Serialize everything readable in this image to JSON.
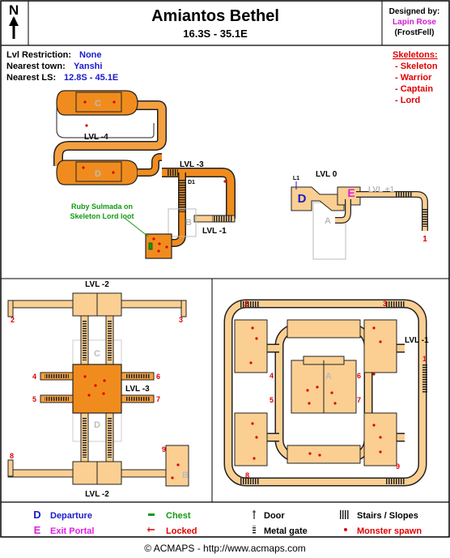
{
  "header": {
    "title": "Amiantos Bethel",
    "coords": "16.3S - 35.1E",
    "north": "N",
    "designed_by_label": "Designed by:",
    "designer": "Lapin Rose",
    "designer_alias": "(FrostFell)"
  },
  "info": {
    "lvl_restriction_label": "Lvl Restriction:",
    "lvl_restriction_value": "None",
    "nearest_town_label": "Nearest town:",
    "nearest_town_value": "Yanshi",
    "nearest_ls_label": "Nearest LS:",
    "nearest_ls_value": "12.8S - 45.1E"
  },
  "monsters": {
    "title": "Skeletons:",
    "items": [
      "- Skeleton",
      "- Warrior",
      "- Captain",
      "- Lord"
    ]
  },
  "map": {
    "levels": {
      "lvl_m4": "LVL -4",
      "lvl_m3_top": "LVL -3",
      "lvl_m1_top": "LVL -1",
      "lvl_0": "LVL 0",
      "lvl_p1": "LVL +1",
      "lvl_m2_top": "LVL -2",
      "lvl_m3_mid": "LVL -3",
      "lvl_m2_bottom": "LVL -2",
      "lvl_m1_right": "LVL -1"
    },
    "room_letters": {
      "c_top": "C",
      "d_top": "D",
      "b_top": "B",
      "a_top": "A",
      "c_left": "C",
      "d_left": "D",
      "b_left": "B",
      "a_right": "A",
      "departure": "D",
      "exit": "E"
    },
    "small_labels": {
      "d1": "D1",
      "l1": "L1"
    },
    "chest_note_line1": "Ruby Sulmada on",
    "chest_note_line2": "Skeleton Lord loot",
    "numbers": {
      "top_1": "1",
      "left_2": "2",
      "left_3": "3",
      "left_4": "4",
      "left_5": "5",
      "left_6": "6",
      "left_7": "7",
      "left_8": "8",
      "left_9": "9",
      "right_1": "1",
      "right_2": "2",
      "right_3": "3",
      "right_4": "4",
      "right_5": "5",
      "right_6": "6",
      "right_7": "7",
      "right_8": "8",
      "right_9": "9"
    }
  },
  "legend": {
    "departure_symbol": "D",
    "departure": "Departure",
    "exit_symbol": "E",
    "exit": "Exit Portal",
    "chest": "Chest",
    "locked": "Locked",
    "door": "Door",
    "metal_gate": "Metal gate",
    "stairs": "Stairs / Slopes",
    "spawn": "Monster spawn"
  },
  "footer": "© ACMAPS - http://www.acmaps.com",
  "colors": {
    "orange_dark": "#f08c1e",
    "orange_mid": "#f4a040",
    "tan": "#fbcf92",
    "outline": "#222222",
    "spawn_red": "#e00000",
    "departure_blue": "#1a1acc",
    "exit_magenta": "#e020e0",
    "chest_green": "#139a13"
  }
}
